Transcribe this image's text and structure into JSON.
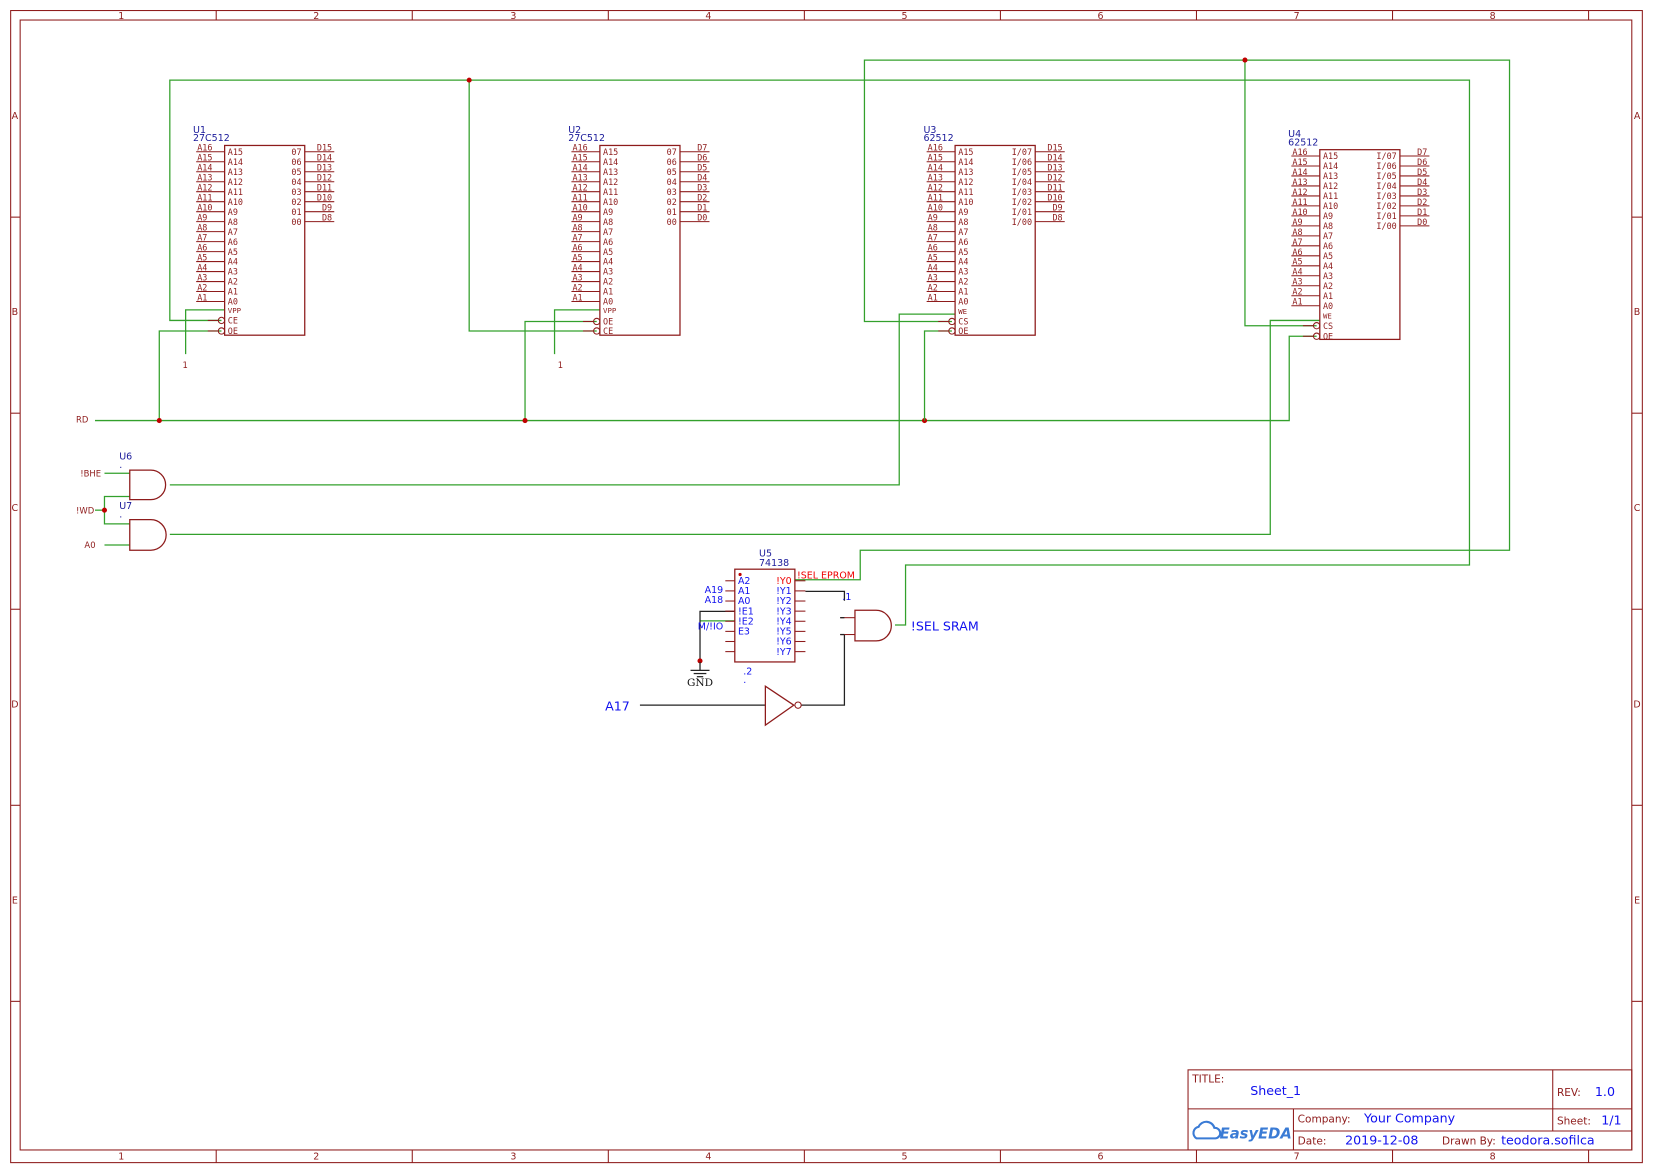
{
  "frame": {
    "columns": [
      "1",
      "2",
      "3",
      "4",
      "5",
      "6",
      "7",
      "8"
    ],
    "rows": [
      "A",
      "B",
      "C",
      "D",
      "E"
    ]
  },
  "chips": [
    {
      "ref": "U1",
      "part": "27C512",
      "left_ext": [
        "A16",
        "A15",
        "A14",
        "A13",
        "A12",
        "A11",
        "A10",
        "A9",
        "A8",
        "A7",
        "A6",
        "A5",
        "A4",
        "A3",
        "A2",
        "A1"
      ],
      "left_int": [
        "A15",
        "A14",
        "A13",
        "A12",
        "A11",
        "A10",
        "A9",
        "A8",
        "A7",
        "A6",
        "A5",
        "A4",
        "A3",
        "A2",
        "A1",
        "A0"
      ],
      "right_int": [
        "07",
        "06",
        "05",
        "04",
        "03",
        "02",
        "01",
        "00"
      ],
      "right_ext": [
        "D15",
        "D14",
        "D13",
        "D12",
        "D11",
        "D10",
        "D9",
        "D8"
      ],
      "ctrl": [
        "VPP",
        "CE",
        "OE"
      ],
      "pin_note": "1"
    },
    {
      "ref": "U2",
      "part": "27C512",
      "left_ext": [
        "A16",
        "A15",
        "A14",
        "A13",
        "A12",
        "A11",
        "A10",
        "A9",
        "A8",
        "A7",
        "A6",
        "A5",
        "A4",
        "A3",
        "A2",
        "A1"
      ],
      "left_int": [
        "A15",
        "A14",
        "A13",
        "A12",
        "A11",
        "A10",
        "A9",
        "A8",
        "A7",
        "A6",
        "A5",
        "A4",
        "A3",
        "A2",
        "A1",
        "A0"
      ],
      "right_int": [
        "07",
        "06",
        "05",
        "04",
        "03",
        "02",
        "01",
        "00"
      ],
      "right_ext": [
        "D7",
        "D6",
        "D5",
        "D4",
        "D3",
        "D2",
        "D1",
        "D0"
      ],
      "ctrl": [
        "VPP",
        "OE",
        "CE"
      ],
      "pin_note": "1"
    },
    {
      "ref": "U3",
      "part": "62512",
      "left_ext": [
        "A16",
        "A15",
        "A14",
        "A13",
        "A12",
        "A11",
        "A10",
        "A9",
        "A8",
        "A7",
        "A6",
        "A5",
        "A4",
        "A3",
        "A2",
        "A1"
      ],
      "left_int": [
        "A15",
        "A14",
        "A13",
        "A12",
        "A11",
        "A10",
        "A9",
        "A8",
        "A7",
        "A6",
        "A5",
        "A4",
        "A3",
        "A2",
        "A1",
        "A0"
      ],
      "right_int": [
        "I/07",
        "I/06",
        "I/05",
        "I/04",
        "I/03",
        "I/02",
        "I/01",
        "I/00"
      ],
      "right_ext": [
        "D15",
        "D14",
        "D13",
        "D12",
        "D11",
        "D10",
        "D9",
        "D8"
      ],
      "ctrl": [
        "WE",
        "CS",
        "OE"
      ]
    },
    {
      "ref": "U4",
      "part": "62512",
      "left_ext": [
        "A16",
        "A15",
        "A14",
        "A13",
        "A12",
        "A11",
        "A10",
        "A9",
        "A8",
        "A7",
        "A6",
        "A5",
        "A4",
        "A3",
        "A2",
        "A1"
      ],
      "left_int": [
        "A15",
        "A14",
        "A13",
        "A12",
        "A11",
        "A10",
        "A9",
        "A8",
        "A7",
        "A6",
        "A5",
        "A4",
        "A3",
        "A2",
        "A1",
        "A0"
      ],
      "right_int": [
        "I/07",
        "I/06",
        "I/05",
        "I/04",
        "I/03",
        "I/02",
        "I/01",
        "I/00"
      ],
      "right_ext": [
        "D7",
        "D6",
        "D5",
        "D4",
        "D3",
        "D2",
        "D1",
        "D0"
      ],
      "ctrl": [
        "WE",
        "CS",
        "OE"
      ]
    }
  ],
  "nets": {
    "rd": "RD",
    "bhe": "!BHE",
    "wd": "!WD",
    "a0": "A0",
    "a17": "A17",
    "sel_sram": "!SEL SRAM",
    "sel_eprom": "!SEL EPROM",
    "gnd": "GND"
  },
  "gates": {
    "u6": {
      "ref": "U6",
      "sub": "."
    },
    "u7": {
      "ref": "U7",
      "sub": "."
    },
    "and_sram": {
      "sub": ".1"
    },
    "inverter": {
      "sub": ".2",
      "dot": "."
    }
  },
  "decoder": {
    "ref": "U5",
    "part": "74138",
    "left_int": [
      "A2",
      "A1",
      "A0",
      "!E1",
      "!E2",
      "E3"
    ],
    "left_ext": [
      "",
      "A19",
      "A18",
      "",
      "",
      "M/!IO"
    ],
    "right_int": [
      "!Y0",
      "!Y1",
      "!Y2",
      "!Y3",
      "!Y4",
      "!Y5",
      "!Y6",
      "!Y7"
    ]
  },
  "title_block": {
    "title_label": "TITLE:",
    "title": "Sheet_1",
    "rev_label": "REV:",
    "rev": "1.0",
    "company_label": "Company:",
    "company": "Your Company",
    "sheet_label": "Sheet:",
    "sheet": "1/1",
    "date_label": "Date:",
    "date": "2019-12-08",
    "drawn_label": "Drawn By:",
    "drawn_by": "teodora.sofilca",
    "logo": "EasyEDA"
  }
}
